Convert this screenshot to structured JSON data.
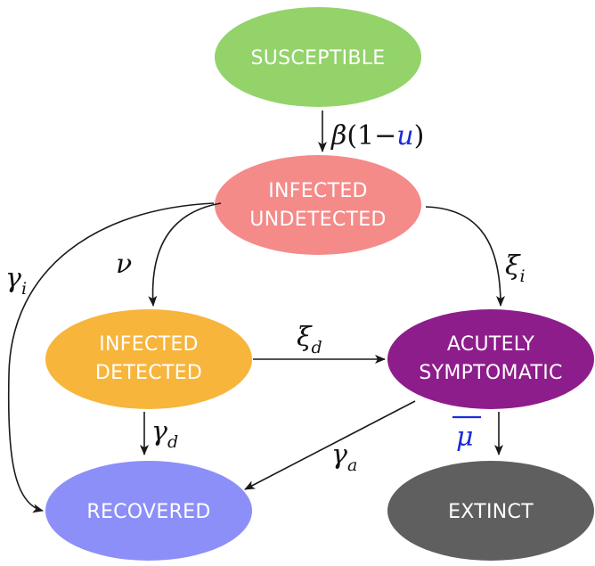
{
  "nodes": {
    "susceptible": {
      "label": "SUSCEPTIBLE",
      "color": "#93d36a"
    },
    "infected_undetected": {
      "line1": "INFECTED",
      "line2": "UNDETECTED",
      "color": "#f48b89"
    },
    "infected_detected": {
      "line1": "INFECTED",
      "line2": "DETECTED",
      "color": "#f7b53c"
    },
    "acutely_symptomatic": {
      "line1": "ACUTELY",
      "line2": "SYMPTOMATIC",
      "color": "#8e1d8c"
    },
    "recovered": {
      "label": "RECOVERED",
      "color": "#8c8ff8"
    },
    "extinct": {
      "label": "EXTINCT",
      "color": "#5f5f5f"
    }
  },
  "edges": {
    "infection_rate": {
      "beta": "β",
      "open": "(1",
      "minus": "−",
      "u": "u",
      "close": ")",
      "u_color": "#1a2bd8"
    },
    "nu": "ν",
    "xi_i": {
      "sym": "ξ",
      "sub": "i"
    },
    "xi_d": {
      "sym": "ξ",
      "sub": "d"
    },
    "gamma_i": {
      "sym": "γ",
      "sub": "i"
    },
    "gamma_d": {
      "sym": "γ",
      "sub": "d"
    },
    "gamma_a": {
      "sym": "γ",
      "sub": "a"
    },
    "mu_bar": {
      "sym": "μ",
      "color": "#1a2bd8"
    }
  }
}
